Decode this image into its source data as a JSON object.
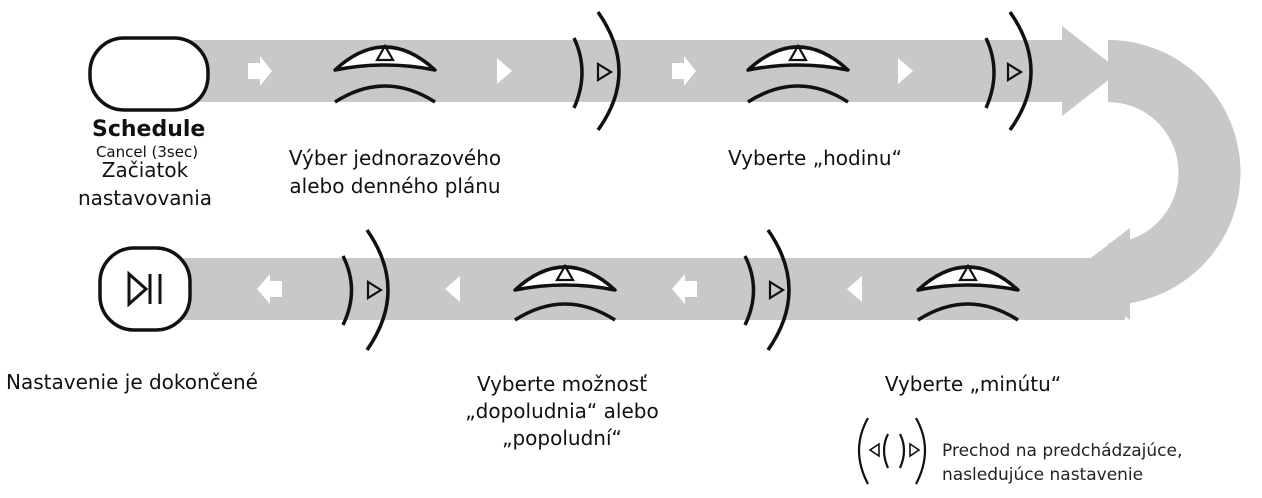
{
  "start_block": {
    "button_name": "Schedule",
    "button_sub": "Cancel (3sec)",
    "caption_line1": "Začiatok",
    "caption_line2": "nastavovania"
  },
  "steps": {
    "step1_line1": "Výber jednorazového",
    "step1_line2": "alebo denného plánu",
    "step2": "Vyberte „hodinu“",
    "step3": "Vyberte „minútu“",
    "step4_line1": "Vyberte možnosť",
    "step4_line2": "„dopoludnia“ alebo",
    "step4_line3": "„popoludní“"
  },
  "end_block": {
    "caption": "Nastavenie je dokončené"
  },
  "legend": {
    "line1": "Prechod na predchádzajúce,",
    "line2": "nasledujúce nastavenie"
  },
  "colors": {
    "track": "#c8c8c8",
    "stroke": "#111111",
    "arrow_white": "#ffffff"
  },
  "icons": [
    "schedule-button-icon",
    "up-triangle-icon",
    "right-dial-icon",
    "left-dial-icon",
    "play-pause-icon",
    "direction-arrow-icon"
  ]
}
